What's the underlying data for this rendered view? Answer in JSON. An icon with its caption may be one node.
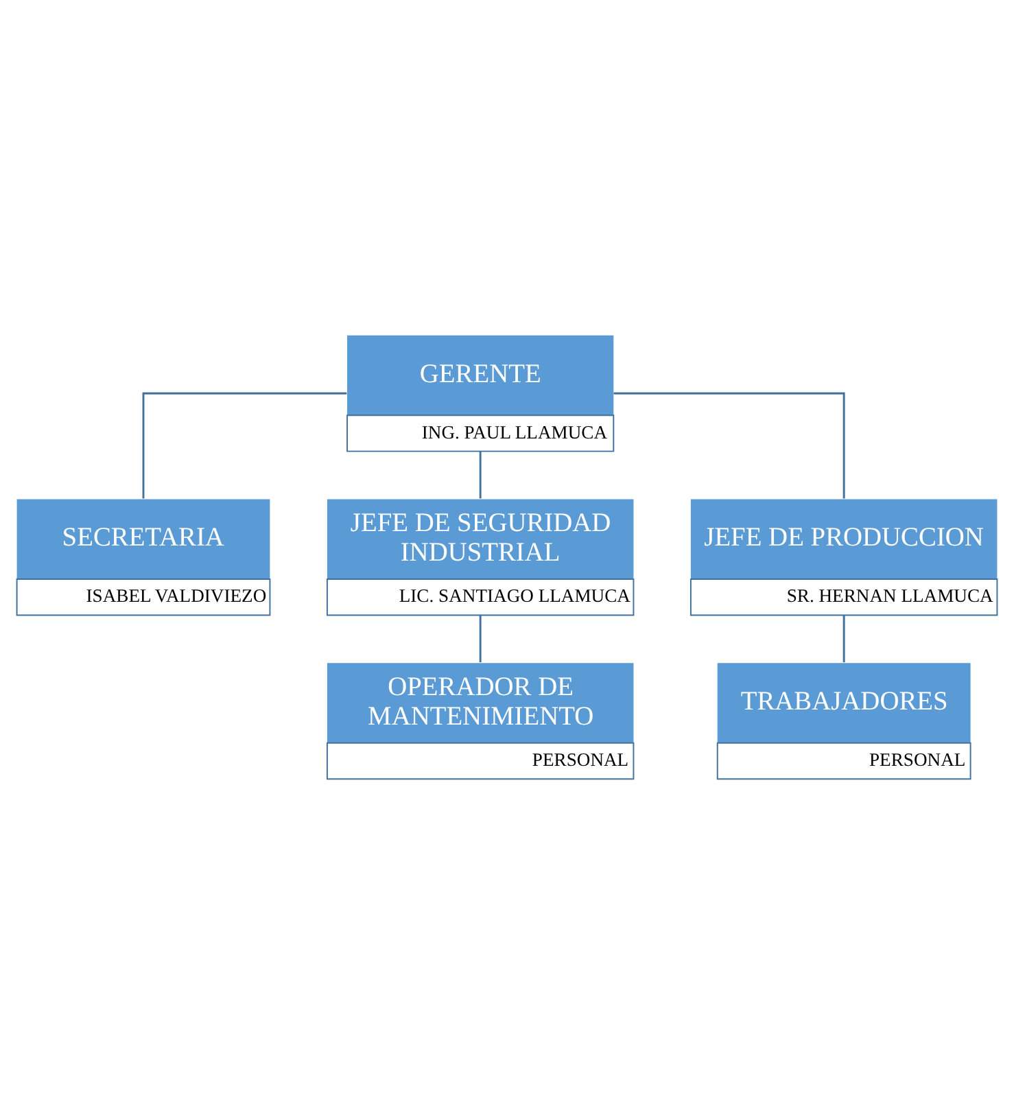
{
  "diagram": {
    "nodes": [
      {
        "text": [
          "GERENTE",
          "ING. PAUL LLAMUCA"
        ]
      },
      {
        "text": [
          "SECRETARIA",
          "ISABEL VALDIVIEZO"
        ]
      },
      {
        "text": [
          "JEFE DE SEGURIDAD INDUSTRIAL",
          "LIC. SANTIAGO LLAMUCA"
        ]
      },
      {
        "text": [
          "JEFE DE PRODUCCION",
          "SR. HERNAN LLAMUCA"
        ]
      },
      {
        "text": [
          "OPERADOR DE MANTENIMIENTO",
          "PERSONAL"
        ]
      },
      {
        "text": [
          "TRABAJADORES",
          "PERSONAL"
        ]
      }
    ],
    "edges": [
      {
        "from": 0,
        "to": 1,
        "arrow": "none"
      },
      {
        "from": 0,
        "to": 2,
        "arrow": "none"
      },
      {
        "from": 0,
        "to": 3,
        "arrow": "none"
      },
      {
        "from": 2,
        "to": 4,
        "arrow": "none"
      },
      {
        "from": 3,
        "to": 5,
        "arrow": "none"
      }
    ]
  }
}
